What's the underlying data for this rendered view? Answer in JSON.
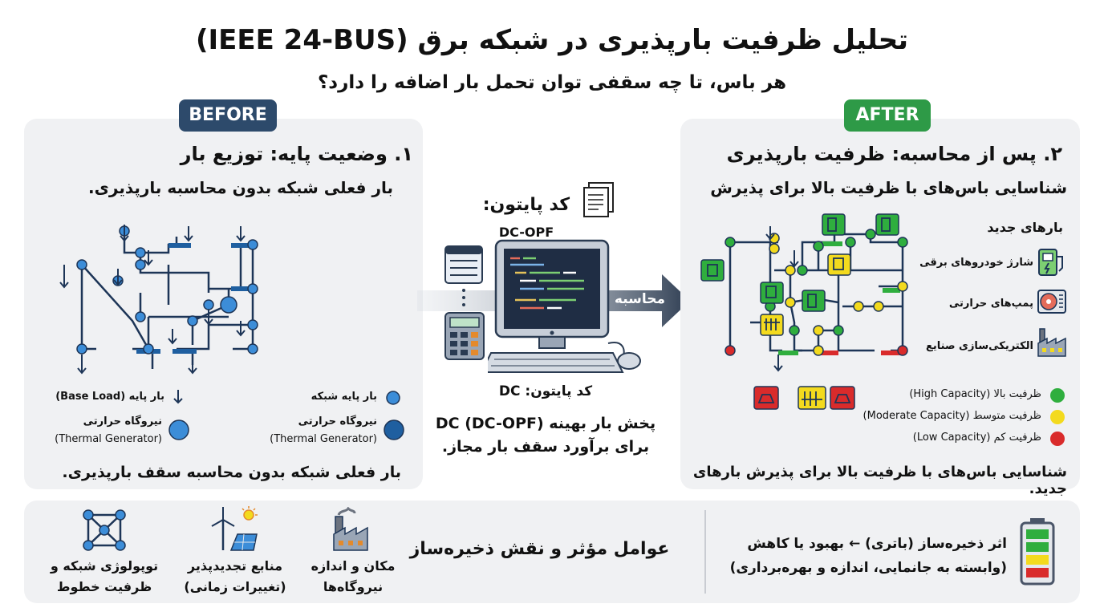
{
  "title": "تحلیل ظرفیت بارپذیری در شبکه برق (IEEE 24-BUS)",
  "subtitle": "هر باس، تا چه سقفی توان تحمل بار اضافه را دارد؟",
  "before": {
    "tag": "BEFORE",
    "heading": "۱. وضعیت پایه: توزیع بار",
    "subheading": "بار فعلی شبکه بدون محاسبه بارپذیری.",
    "legend": {
      "base_load": "بار پایه (Base Load)",
      "bus_light": "بار پایه شبکه",
      "thermal_label": "نیروگاه حرارتی",
      "thermal_en": "(Thermal Generator)",
      "thermal2_label": "نیروگاه حرارتی",
      "thermal2_en": "(Thermal Generator)"
    },
    "caption": "بار فعلی شبکه بدون محاسبه سقف بارپذیری.",
    "colors": {
      "tag": "#2d4a6b",
      "bus": "#3c8dd8",
      "generator": "#1f5fa0"
    }
  },
  "middle": {
    "code_title": "کد پایتون:",
    "code_subtitle": "DC-OPF",
    "arrow_label": "محاسبه",
    "computer_label": "کد پایتون: DC",
    "desc_line1": "پخش بار بهینه DC (DC-OPF)",
    "desc_line2": "برای برآورد سقف بار مجاز."
  },
  "after": {
    "tag": "AFTER",
    "heading": "۲. پس از محاسبه: ظرفیت بارپذیری",
    "subheading": "شناسایی باس‌های با ظرفیت بالا برای پذیرش",
    "new_loads_title": "بارهای جدید",
    "new_loads": [
      {
        "label": "شارژ خودروهای برقی",
        "icon": "ev-charger-icon"
      },
      {
        "label": "پمپ‌های حرارتی",
        "icon": "heat-pump-icon"
      },
      {
        "label": "الکتریکی‌سازی صنایع",
        "icon": "factory-icon"
      }
    ],
    "capacity_legend": [
      {
        "label": "ظرفیت بالا (High Capacity)",
        "color": "#2fae3e"
      },
      {
        "label": "ظرفیت متوسط (Moderate Capacity)",
        "color": "#f3da1e"
      },
      {
        "label": "ظرفیت کم (Low Capacity)",
        "color": "#d92b2b"
      }
    ],
    "caption": "شناسایی باس‌های با ظرفیت بالا برای پذیرش بارهای جدید.",
    "colors": {
      "tag": "#2e9a47"
    }
  },
  "bottom": {
    "factors_title": "عوامل مؤثر و نقش ذخیره‌ساز",
    "factors": [
      {
        "line1": "توپولوژی شبکه و",
        "line2": "ظرفیت خطوط",
        "icon": "network-topology-icon"
      },
      {
        "line1": "منابع تجدیدپذیر",
        "line2": "(تغییرات زمانی)",
        "icon": "wind-solar-icon"
      },
      {
        "line1": "مکان و اندازه",
        "line2": "نیروگاه‌ها",
        "icon": "power-plant-icon"
      }
    ],
    "storage_line1": "اثر ذخیره‌ساز (باتری) ← بهبود یا کاهش",
    "storage_line2": "(وابسته به جانمایی، اندازه و بهره‌برداری)"
  }
}
